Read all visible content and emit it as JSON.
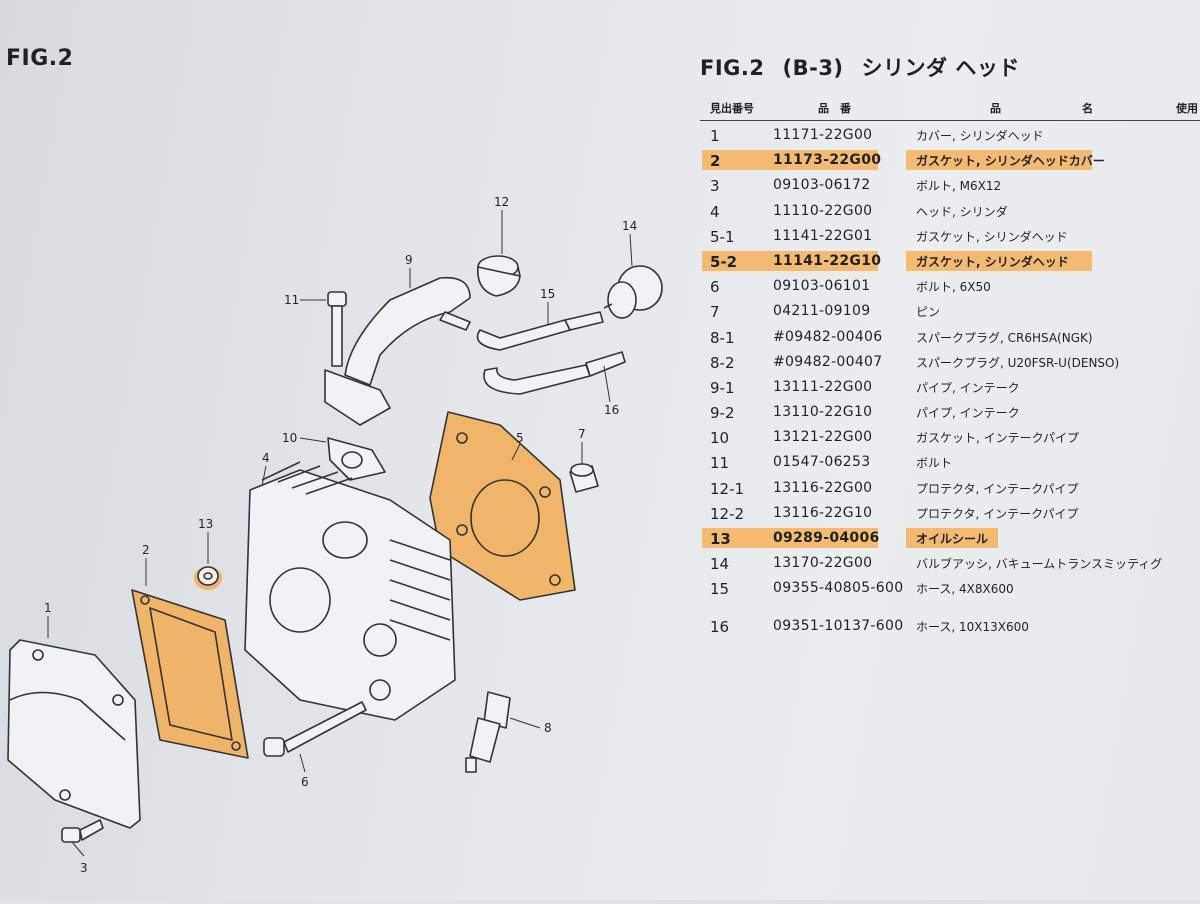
{
  "fig_label": "FIG.2",
  "list": {
    "title_fig": "FIG.2",
    "title_code": "(B-3)",
    "title_name": "シリンダ ヘッド",
    "header": {
      "idx": "見出番号",
      "pn": "品　番",
      "name_a": "品",
      "name_b": "名",
      "use": "使用"
    },
    "rows": [
      {
        "idx": "1",
        "pn": "11171-22G00",
        "name": "カバー, シリンダヘッド",
        "hl": false
      },
      {
        "idx": "2",
        "pn": "11173-22G00",
        "name": "ガスケット, シリンダヘッドカバー",
        "hl": true
      },
      {
        "idx": "3",
        "pn": "09103-06172",
        "name": "ボルト, M6X12",
        "hl": false
      },
      {
        "idx": "4",
        "pn": "11110-22G00",
        "name": "ヘッド, シリンダ",
        "hl": false
      },
      {
        "idx": "5-1",
        "pn": "11141-22G01",
        "name": "ガスケット, シリンダヘッド",
        "hl": false
      },
      {
        "idx": "5-2",
        "pn": "11141-22G10",
        "name": "ガスケット, シリンダヘッド",
        "hl": true
      },
      {
        "idx": "6",
        "pn": "09103-06101",
        "name": "ボルト, 6X50",
        "hl": false
      },
      {
        "idx": "7",
        "pn": "04211-09109",
        "name": "ピン",
        "hl": false
      },
      {
        "idx": "8-1",
        "pn": "#09482-00406",
        "name": "スパークプラグ, CR6HSA(NGK)",
        "hl": false
      },
      {
        "idx": "8-2",
        "pn": "#09482-00407",
        "name": "スパークプラグ, U20FSR-U(DENSO)",
        "hl": false
      },
      {
        "idx": "9-1",
        "pn": "13111-22G00",
        "name": "パイプ, インテーク",
        "hl": false
      },
      {
        "idx": "9-2",
        "pn": "13110-22G10",
        "name": "パイプ, インテーク",
        "hl": false
      },
      {
        "idx": "10",
        "pn": "13121-22G00",
        "name": "ガスケット, インテークパイプ",
        "hl": false
      },
      {
        "idx": "11",
        "pn": "01547-06253",
        "name": "ボルト",
        "hl": false
      },
      {
        "idx": "12-1",
        "pn": "13116-22G00",
        "name": "プロテクタ, インテークパイプ",
        "hl": false
      },
      {
        "idx": "12-2",
        "pn": "13116-22G10",
        "name": "プロテクタ, インテークパイプ",
        "hl": false
      },
      {
        "idx": "13",
        "pn": "09289-04006",
        "name": "オイルシール",
        "hl": true
      },
      {
        "idx": "14",
        "pn": "13170-22G00",
        "name": "バルブアッシ, バキュームトランスミッティグ",
        "hl": false
      },
      {
        "idx": "15",
        "pn": "09355-40805-600",
        "name": "ホース, 4X8X600",
        "hl": false
      },
      {
        "idx": "16",
        "pn": "09351-10137-600",
        "name": "ホース, 10X13X600",
        "hl": false
      }
    ]
  },
  "callouts": {
    "c1": "1",
    "c2": "2",
    "c3": "3",
    "c4": "4",
    "c5": "5",
    "c6": "6",
    "c7": "7",
    "c8": "8",
    "c9": "9",
    "c10": "10",
    "c11": "11",
    "c12": "12",
    "c13": "13",
    "c14": "14",
    "c15": "15",
    "c16": "16"
  },
  "colors": {
    "highlight": "#f6b25a",
    "ink": "#1e2226"
  }
}
